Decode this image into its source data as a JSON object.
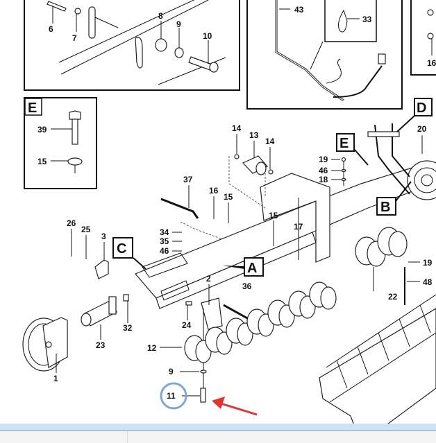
{
  "diagram": {
    "callouts_top_left": [
      "6",
      "7",
      "8",
      "9",
      "10"
    ],
    "callouts_top_middle": [
      "43",
      "33"
    ],
    "callouts_top_right": [
      "16"
    ],
    "detail_e": {
      "letter": "E",
      "callouts": [
        "39",
        "15"
      ]
    },
    "main_callouts": {
      "c14a": "14",
      "c13": "13",
      "c14b": "14",
      "c37": "37",
      "c16": "16",
      "c15a": "15",
      "c15b": "15",
      "c19a": "19",
      "c46a": "46",
      "c18": "18",
      "c20": "20",
      "c26": "26",
      "c25": "25",
      "c3": "3",
      "c34": "34",
      "c35": "35",
      "c46b": "46",
      "c17": "17",
      "c22": "22",
      "c19b": "19",
      "c48": "48",
      "c2": "2",
      "c36": "36",
      "c24": "24",
      "c32": "32",
      "c23": "23",
      "c1": "1",
      "c12": "12",
      "c9": "9",
      "c11": "11"
    },
    "letter_boxes": {
      "E": "E",
      "D": "D",
      "B": "B",
      "C": "C",
      "A": "A"
    },
    "highlight_color": "#7fa7d6",
    "arrow_color": "#e53030"
  }
}
